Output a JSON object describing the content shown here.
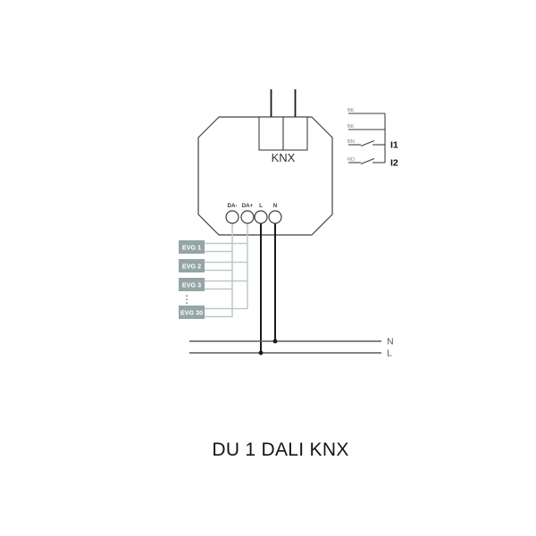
{
  "title": "DU 1 DALI KNX",
  "device": {
    "bus_label": "KNX",
    "terminals": [
      "DA-",
      "DA+",
      "L",
      "N"
    ]
  },
  "evg": {
    "labels": [
      "EVG 1",
      "EVG 2",
      "EVG 3",
      "EVG 30"
    ],
    "ellipsis": "⋮"
  },
  "inputs": {
    "wire_labels": [
      "BK",
      "BK",
      "BN",
      "RD"
    ],
    "channels": [
      "I1",
      "I2"
    ]
  },
  "mains": {
    "neutral_label": "N",
    "line_label": "L"
  },
  "colors": {
    "outline": "#3f3f3f",
    "wire_black": "#1a1a1a",
    "wire_dali": "#bcc9c9",
    "wire_mains": "#5a5a5a",
    "evg_box": "#95a5a7",
    "evg_text": "#ffffff",
    "label_gray": "#808080"
  }
}
